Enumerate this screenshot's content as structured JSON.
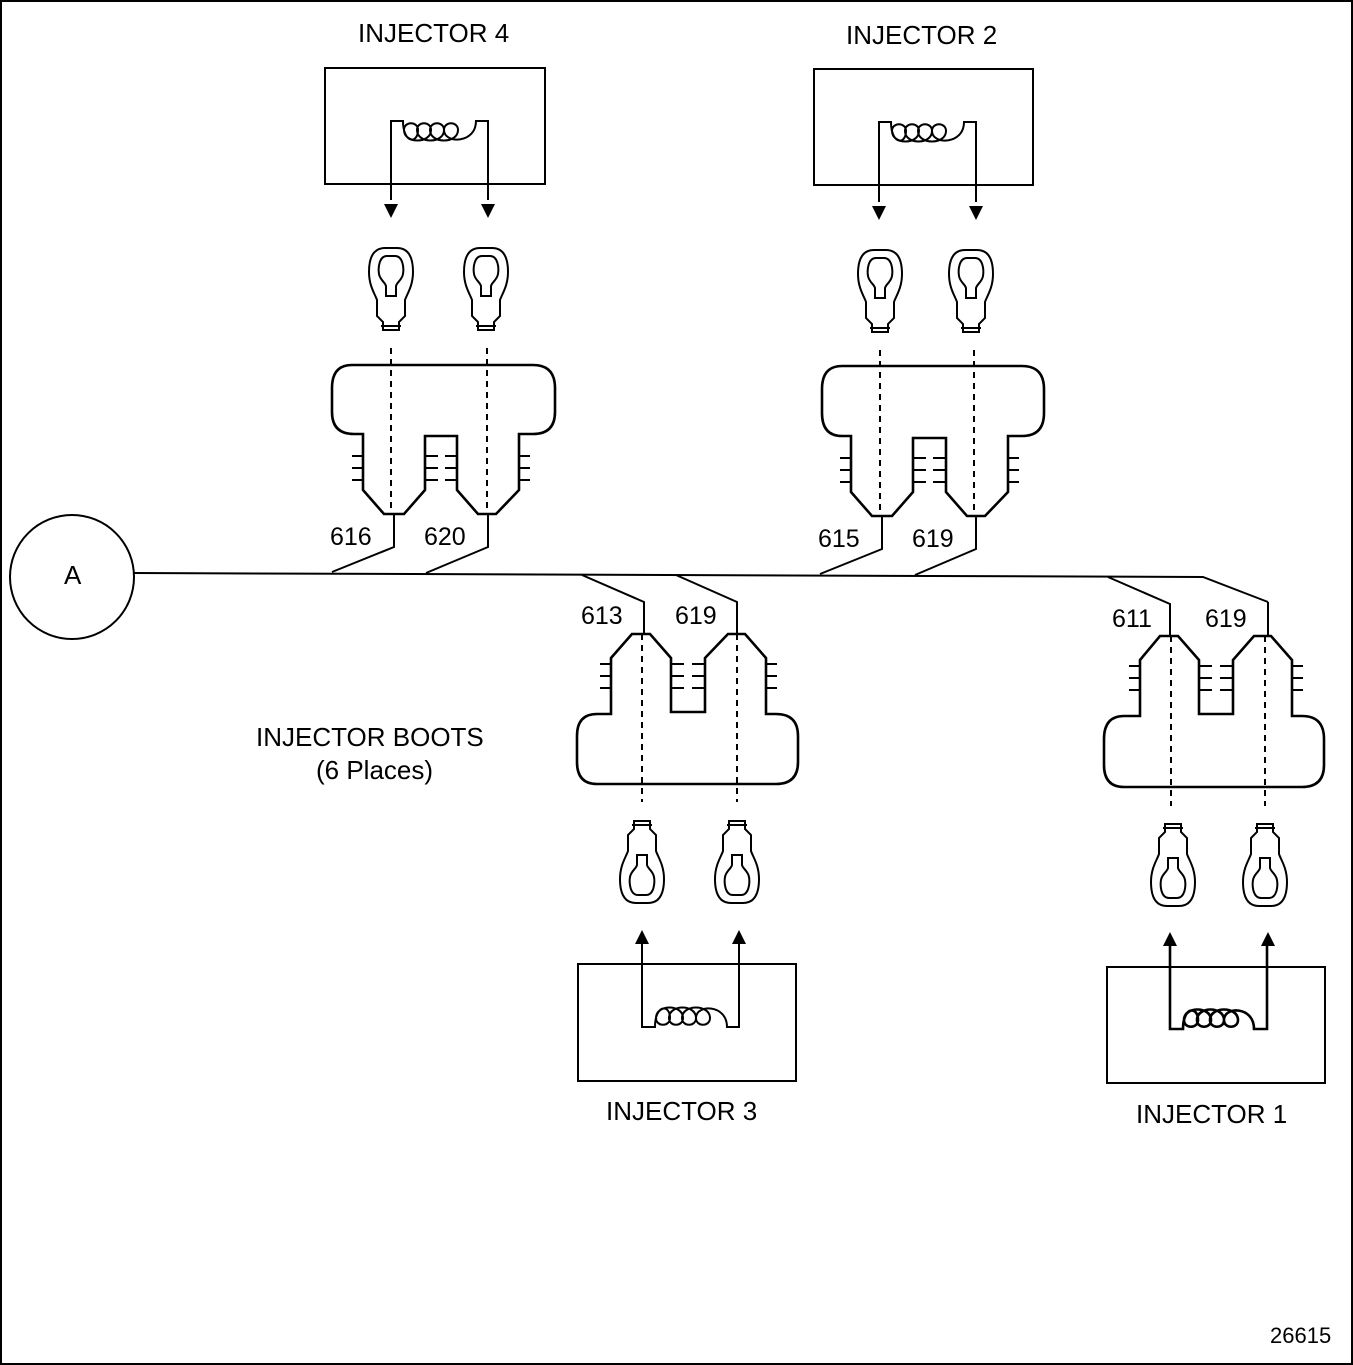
{
  "figure_number": "26615",
  "node_label": "A",
  "boots_label": {
    "line1": "INJECTOR BOOTS",
    "line2": "(6 Places)"
  },
  "injectors": [
    {
      "name": "INJECTOR 4",
      "wires": [
        "616",
        "620"
      ]
    },
    {
      "name": "INJECTOR 2",
      "wires": [
        "615",
        "619"
      ]
    },
    {
      "name": "INJECTOR 3",
      "wires": [
        "613",
        "619"
      ]
    },
    {
      "name": "INJECTOR 1",
      "wires": [
        "611",
        "619"
      ]
    }
  ]
}
